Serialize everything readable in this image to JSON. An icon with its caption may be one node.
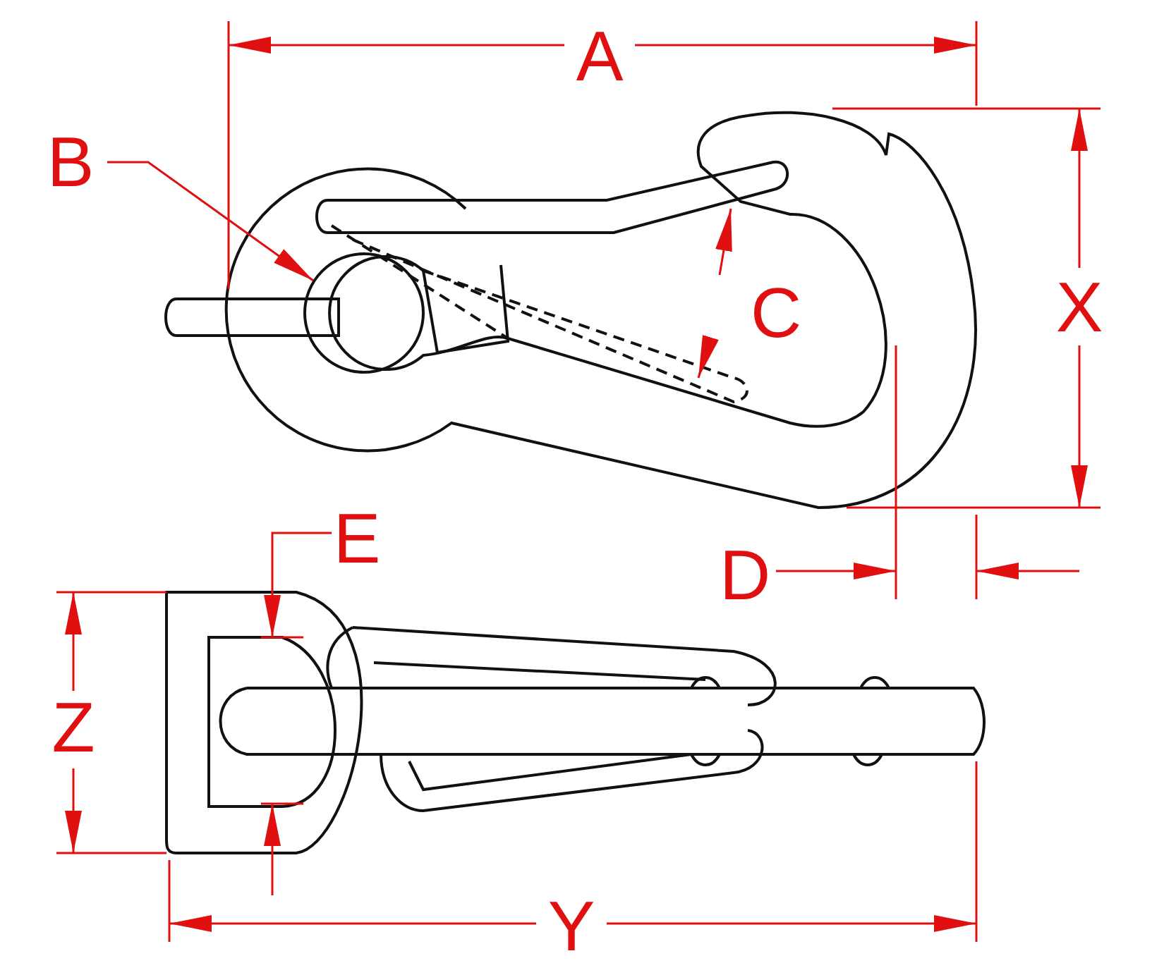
{
  "diagram": {
    "nodes": [
      {
        "text": [
          "B"
        ]
      },
      {
        "text": [],
        "shape": "circle"
      }
    ],
    "edges": [
      {
        "from": 0,
        "to": 1,
        "arrow": "to"
      }
    ],
    "labels": [
      "A",
      "C",
      "X",
      "D",
      "E",
      "Z",
      "Y"
    ]
  }
}
